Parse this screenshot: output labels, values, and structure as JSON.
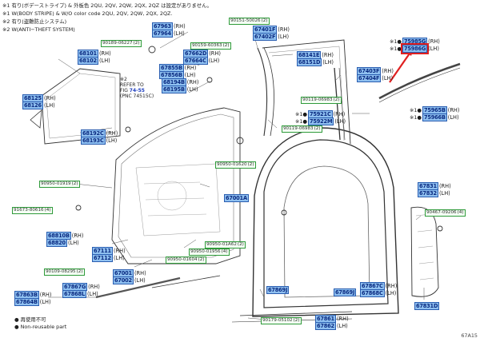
{
  "notes": [
    "※1 有り(ボデーストライプ) & 外板色 2QU, 2QV, 2QW, 2QX, 2QZ は設定がありません。",
    "※1 W(BODY STRIPE) & W/O color code 2QU, 2QV, 2QW, 2QX, 2QZ.",
    "※2 有り(盗難防止システム)",
    "※2 W(ANTI−THEFT SYSTEM)"
  ],
  "parts": [
    {
      "id": "p67963",
      "code": "67963",
      "side": "(RH)"
    },
    {
      "id": "p67964",
      "code": "67964",
      "side": "(LH)"
    },
    {
      "id": "p67401",
      "code": "67401F",
      "side": "(RH)"
    },
    {
      "id": "p67402",
      "code": "67402F",
      "side": "(LH)"
    },
    {
      "id": "p75985",
      "code": "75985G",
      "side": "(RH)",
      "mark": "※1●"
    },
    {
      "id": "p75986",
      "code": "75986G",
      "side": "(LH)",
      "mark": "※1●"
    },
    {
      "id": "p68101",
      "code": "68101",
      "side": "(RH)"
    },
    {
      "id": "p68102",
      "code": "68102",
      "side": "(LH)"
    },
    {
      "id": "p67662",
      "code": "67662D",
      "side": "(RH)"
    },
    {
      "id": "p67664",
      "code": "67664C",
      "side": "(LH)"
    },
    {
      "id": "p68141",
      "code": "68141E",
      "side": "(RH)"
    },
    {
      "id": "p68151",
      "code": "68151D",
      "side": "(LH)"
    },
    {
      "id": "p67855",
      "code": "67855B",
      "side": "(RH)"
    },
    {
      "id": "p67856",
      "code": "67856B",
      "side": "(LH)"
    },
    {
      "id": "p67403",
      "code": "67403F",
      "side": "(RH)"
    },
    {
      "id": "p67404",
      "code": "67404F",
      "side": "(LH)"
    },
    {
      "id": "p68194",
      "code": "68194B",
      "side": "(RH)"
    },
    {
      "id": "p68195",
      "code": "68195B",
      "side": "(LH)"
    },
    {
      "id": "p68125",
      "code": "68125",
      "side": "(RH)"
    },
    {
      "id": "p68126",
      "code": "68126",
      "side": "(LH)"
    },
    {
      "id": "p75921",
      "code": "75921C",
      "side": "(RH)",
      "mark": "※1●"
    },
    {
      "id": "p75922",
      "code": "75922M",
      "side": "(LH)",
      "mark": "※1●"
    },
    {
      "id": "p75965",
      "code": "75965B",
      "side": "(RH)",
      "mark": "※1●"
    },
    {
      "id": "p75966",
      "code": "75966B",
      "side": "(LH)",
      "mark": "※1●"
    },
    {
      "id": "p68192",
      "code": "68192C",
      "side": "(RH)"
    },
    {
      "id": "p68193",
      "code": "68193C",
      "side": "(LH)"
    },
    {
      "id": "p67001",
      "code": "67001A",
      "side": ""
    },
    {
      "id": "p67831",
      "code": "67831",
      "side": "(RH)"
    },
    {
      "id": "p67832",
      "code": "67832",
      "side": "(LH)"
    },
    {
      "id": "p68810",
      "code": "68810B",
      "side": "(RH)"
    },
    {
      "id": "p68820",
      "code": "68820",
      "side": "(LH)"
    },
    {
      "id": "p67111",
      "code": "67111",
      "side": "(RH)"
    },
    {
      "id": "p67112",
      "code": "67112",
      "side": "(LH)"
    },
    {
      "id": "p67001b",
      "code": "67001",
      "side": "(RH)"
    },
    {
      "id": "p67002",
      "code": "67002",
      "side": "(LH)"
    },
    {
      "id": "p67863",
      "code": "67863B",
      "side": "(RH)"
    },
    {
      "id": "p67864",
      "code": "67864B",
      "side": "(LH)"
    },
    {
      "id": "p67867",
      "code": "67867G",
      "side": "(RH)"
    },
    {
      "id": "p67868",
      "code": "67868L",
      "side": "(LH)"
    },
    {
      "id": "p67869",
      "code": "67869J",
      "side": ""
    },
    {
      "id": "p67869b",
      "code": "67869J",
      "side": ""
    },
    {
      "id": "p67867b",
      "code": "67867C",
      "side": "(RH)"
    },
    {
      "id": "p67868b",
      "code": "67868C",
      "side": "(LH)"
    },
    {
      "id": "p67861",
      "code": "67861",
      "side": "(RH)"
    },
    {
      "id": "p67862",
      "code": "67862",
      "side": "(LH)"
    },
    {
      "id": "p67831d",
      "code": "67831D",
      "side": ""
    }
  ],
  "refs": [
    {
      "id": "r1",
      "code": "90151-50026",
      "qty": "(2)"
    },
    {
      "id": "r2",
      "code": "90189-06227",
      "qty": "(2)"
    },
    {
      "id": "r3",
      "code": "90159-60363",
      "qty": "(2)"
    },
    {
      "id": "r4",
      "code": "90119-06983",
      "qty": "(2)"
    },
    {
      "id": "r5",
      "code": "90119-06983",
      "qty": "(2)"
    },
    {
      "id": "r6",
      "code": "90950-01620",
      "qty": "(2)"
    },
    {
      "id": "r7",
      "code": "90950-01919",
      "qty": "(2)"
    },
    {
      "id": "r8",
      "code": "91673-80616",
      "qty": "(4)"
    },
    {
      "id": "r9",
      "code": "90950-01A62",
      "qty": "(2)"
    },
    {
      "id": "r10",
      "code": "90950-01956",
      "qty": "(4)"
    },
    {
      "id": "r11",
      "code": "90950-01604",
      "qty": "(2)"
    },
    {
      "id": "r12",
      "code": "90109-08295",
      "qty": "(2)"
    },
    {
      "id": "r13",
      "code": "90467-09206",
      "qty": "(4)"
    },
    {
      "id": "r14",
      "code": "90179-05102",
      "qty": "(2)"
    }
  ],
  "refer": {
    "mark": "※2",
    "line1": "REFER TO",
    "line2": "FIG",
    "fig": "74-55",
    "line3": "(PNC 74515C)"
  },
  "legend": [
    {
      "id": "l1",
      "kind": "filled",
      "label": "● 再使用不可"
    },
    {
      "id": "l2",
      "kind": "open",
      "label": "● Non-reusable part"
    }
  ],
  "figure_no": "67A15"
}
